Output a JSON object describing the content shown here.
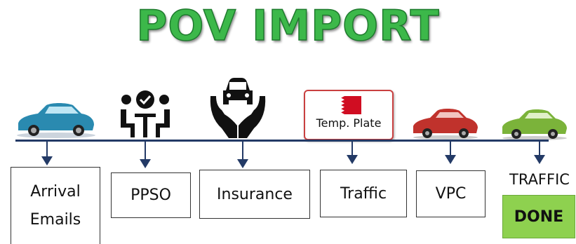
{
  "title": "POV IMPORT",
  "plate_text": "Temp. Plate",
  "steps": [
    {
      "label_line1": "Arrival",
      "label_line2": "Emails"
    },
    {
      "label": "PPSO"
    },
    {
      "label": "Insurance"
    },
    {
      "label": "Traffic"
    },
    {
      "label": "VPC"
    }
  ],
  "final": {
    "label": "TRAFFIC",
    "button": "DONE"
  },
  "icons": [
    "car-blue-icon",
    "people-meeting-icon",
    "insurance-car-hands-icon",
    "bahrain-flag-icon",
    "car-red-icon",
    "car-green-icon"
  ],
  "colors": {
    "title": "#3cb84a",
    "timeline": "#233a66",
    "done": "#8ed14f",
    "car_blue": "#2a8ab0",
    "car_red": "#c0322c",
    "car_green": "#7bb33a"
  }
}
